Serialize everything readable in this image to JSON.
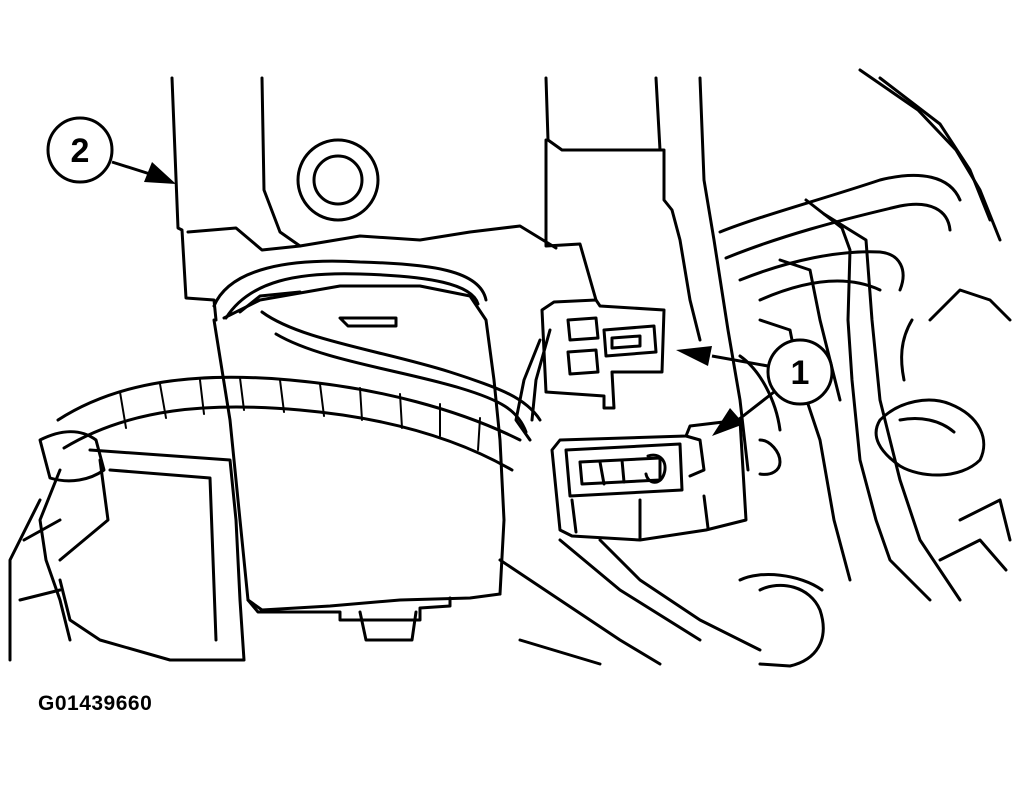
{
  "figure": {
    "callouts": [
      {
        "label": "1"
      },
      {
        "label": "2"
      }
    ],
    "figure_id": "G01439660",
    "colors": {
      "line": "#000000",
      "background": "#ffffff"
    }
  }
}
